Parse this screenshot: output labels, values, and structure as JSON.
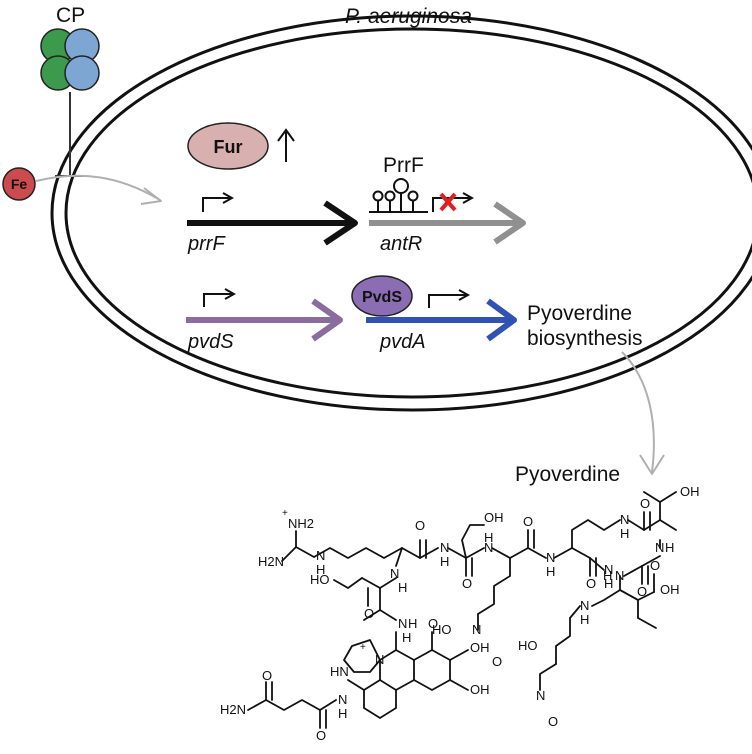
{
  "diagram": {
    "organism_label": "P. aeruginosa",
    "calprotectin_label": "CP",
    "iron_label": "Fe",
    "fur_label": "Fur",
    "srna_label": "PrrF",
    "pvds_protein_label": "PvdS",
    "genes": {
      "prrf": "prrF",
      "antr": "antR",
      "pvds": "pvdS",
      "pvda": "pvdA"
    },
    "output_label_line1": "Pyoverdine",
    "output_label_line2": "biosynthesis",
    "structure_title": "Pyoverdine",
    "colors": {
      "cp_green": "#3b9a4c",
      "cp_blue": "#7ea6d3",
      "fe_red": "#cc4b4f",
      "fur_pink": "#d8b0b0",
      "pvds_purple": "#8a6db3",
      "pvds_arrow": "#8a6d9e",
      "pvda_arrow": "#3052b5",
      "antr_arrow": "#909090",
      "block_x": "#e02020"
    }
  },
  "structure_atoms": {
    "nh2_plus": "NH2",
    "plus": "+",
    "h2n_guan": "H2N",
    "n_guan": "N",
    "h_guan": "H",
    "nh_arg": "N",
    "h_arg": "H",
    "n_arg_ser": "N",
    "h_arg_ser": "H",
    "oh_ser1": "OH",
    "o_ser1": "O",
    "n_ser1": "N",
    "h_ser1": "H",
    "o_fohorn1_a": "O",
    "n_fohorn1": "N",
    "h_fohorn1": "H",
    "o_fohorn1_b": "O",
    "n_lys": "N",
    "h_lys": "H",
    "o_lys": "O",
    "n_lys_eps": "N",
    "h_lys_eps": "H",
    "o_thr_c": "O",
    "oh_thr1": "OH",
    "n_thr1": "N",
    "h_thr1": "H",
    "o_thr1": "O",
    "oh_thr2": "OH",
    "n_thr2": "N",
    "h_thr2": "H",
    "o_thr2": "O",
    "n_fohorn2": "N",
    "h_fohorn2": "H",
    "ho_hydrox1": "HO",
    "n_hydrox1": "N",
    "o_formyl1": "O",
    "ho_hydrox2": "HO",
    "n_hydrox2": "N",
    "o_formyl2": "O",
    "ho_ser2": "HO",
    "o_ser2": "O",
    "n_ser2": "N",
    "h_ser2": "H",
    "o_chrom": "O",
    "hn_chrom": "HN",
    "n_chrom": "N",
    "plus_chrom": "+",
    "h_chrom": "H",
    "oh_cat1": "OH",
    "oh_cat2": "OH",
    "h2n_succ": "H2N",
    "o_succ1": "O",
    "o_succ2": "O",
    "n_succ": "N",
    "h_succ": "H"
  }
}
